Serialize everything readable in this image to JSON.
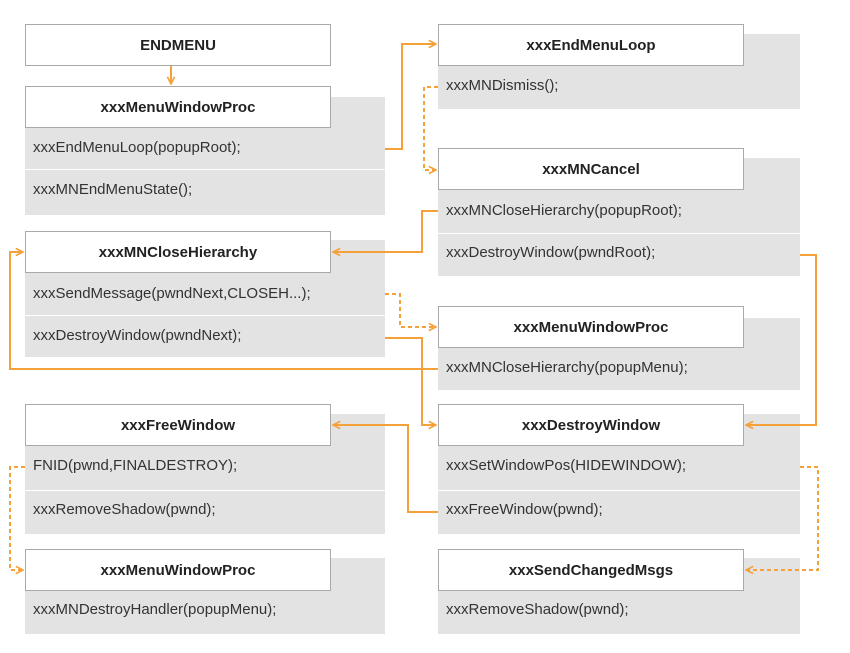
{
  "boxes": {
    "endmenu": {
      "title": "ENDMENU"
    },
    "menuproc1": {
      "title": "xxxMenuWindowProc",
      "rows": [
        "xxxEndMenuLoop(popupRoot);",
        "xxxMNEndMenuState();"
      ]
    },
    "closehier1": {
      "title": "xxxMNCloseHierarchy",
      "rows": [
        "xxxSendMessage(pwndNext,CLOSEH...);",
        "xxxDestroyWindow(pwndNext);"
      ]
    },
    "freewin": {
      "title": "xxxFreeWindow",
      "rows": [
        "FNID(pwnd,FINALDESTROY);",
        "xxxRemoveShadow(pwnd);"
      ]
    },
    "menuproc3": {
      "title": "xxxMenuWindowProc",
      "rows": [
        "xxxMNDestroyHandler(popupMenu);"
      ]
    },
    "endloop": {
      "title": "xxxEndMenuLoop",
      "rows": [
        "xxxMNDismiss();"
      ]
    },
    "cancel": {
      "title": "xxxMNCancel",
      "rows": [
        "xxxMNCloseHierarchy(popupRoot);",
        "xxxDestroyWindow(pwndRoot);"
      ]
    },
    "menuproc2": {
      "title": "xxxMenuWindowProc",
      "rows": [
        "xxxMNCloseHierarchy(popupMenu);"
      ]
    },
    "destroywin": {
      "title": "xxxDestroyWindow",
      "rows": [
        "xxxSetWindowPos(HIDEWINDOW);",
        "xxxFreeWindow(pwnd);"
      ]
    },
    "changedmsgs": {
      "title": "xxxSendChangedMsgs",
      "rows": [
        "xxxRemoveShadow(pwnd);"
      ]
    }
  },
  "colors": {
    "accent": "#f5a13a",
    "panel": "#e3e3e3",
    "border": "#a9a9a9"
  }
}
